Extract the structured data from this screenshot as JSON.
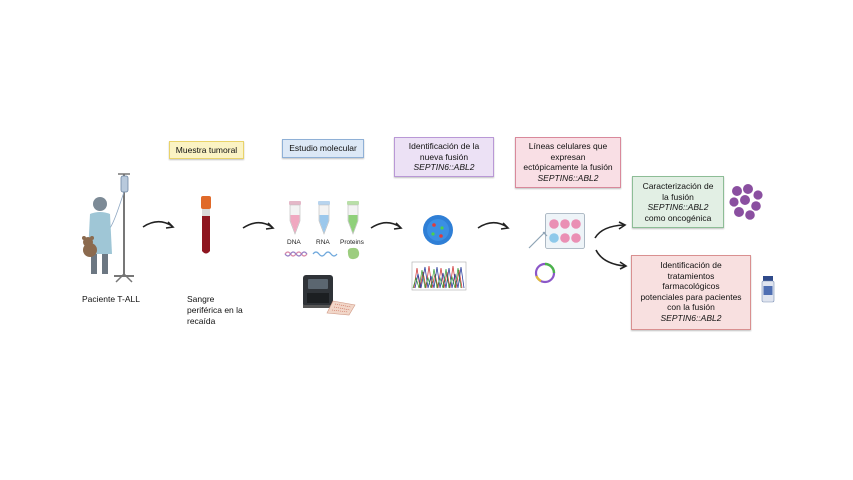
{
  "patient": {
    "label": "Paciente T-ALL"
  },
  "sample": {
    "header": "Muestra tumoral",
    "caption_lines": [
      "Sangre",
      "periférica en la",
      "recaída"
    ]
  },
  "molecular": {
    "header": "Estudio molecular",
    "tube_labels": [
      "DNA",
      "RNA",
      "Proteins"
    ]
  },
  "identification": {
    "header_lines": [
      "Identificación de la",
      "nueva fusión"
    ],
    "fusion": "SEPTIN6::ABL2"
  },
  "cell_lines": {
    "header_lines": [
      "Líneas celulares que",
      "expresan",
      "ectópicamente la fusión"
    ],
    "fusion": "SEPTIN6::ABL2"
  },
  "characterization": {
    "lines_before": [
      "Caracterización de",
      "la fusión"
    ],
    "fusion": "SEPTIN6::ABL2",
    "line_after": "como oncogénica"
  },
  "treatment": {
    "lines_before": [
      "Identificación de",
      "tratamientos",
      "farmacológicos",
      "potenciales para pacientes",
      "con la fusión"
    ],
    "fusion": "SEPTIN6::ABL2"
  },
  "colors": {
    "yellow_box": "#fbf3c4",
    "yellow_border": "#e9d36a",
    "blue_box": "#dce8f6",
    "blue_border": "#8fb0d6",
    "purple_box": "#ece1f5",
    "purple_border": "#b998d6",
    "pink_box": "#f9dfe5",
    "pink_border": "#d9899b",
    "green_box": "#e2efe4",
    "green_border": "#8dbd96",
    "rose_box": "#f8e0e0",
    "rose_border": "#d99090"
  }
}
